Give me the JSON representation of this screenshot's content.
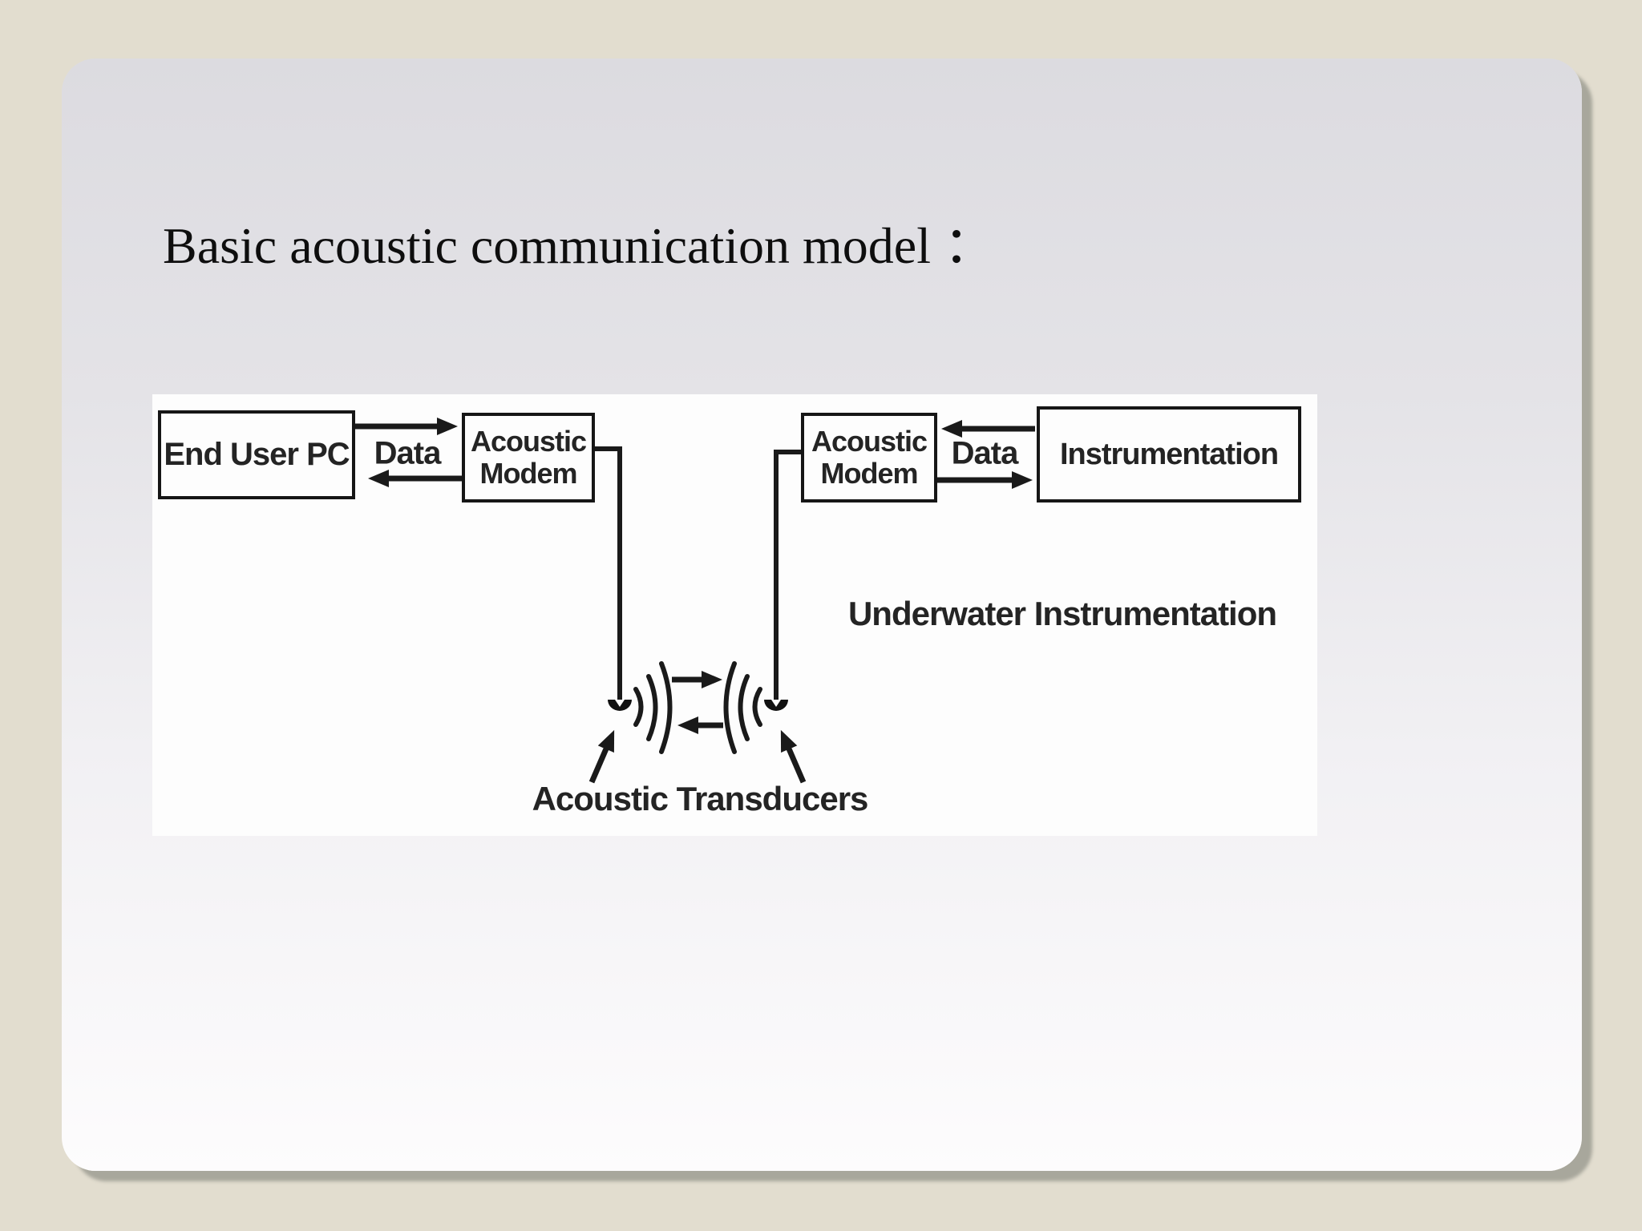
{
  "slide": {
    "title": "Basic acoustic communication model ：",
    "colors": {
      "page_background": "#e2ddcf",
      "panel_gradient_top": "#dcdbe0",
      "panel_gradient_bottom": "#fdfcfd",
      "panel_shadow": "#a8a79c",
      "diagram_background": "#fdfdfd",
      "ink": "#1a1a1a"
    }
  },
  "diagram": {
    "boxes": {
      "end_user_pc": "End User PC",
      "left_modem_line1": "Acoustic",
      "left_modem_line2": "Modem",
      "right_modem_line1": "Acoustic",
      "right_modem_line2": "Modem",
      "instrumentation": "Instrumentation"
    },
    "labels": {
      "data_left": "Data",
      "data_right": "Data",
      "underwater": "Underwater Instrumentation",
      "transducers": "Acoustic Transducers"
    },
    "icons": [
      "sound-waves-right-icon",
      "sound-waves-left-icon",
      "transducer-left-icon",
      "transducer-right-icon"
    ]
  }
}
